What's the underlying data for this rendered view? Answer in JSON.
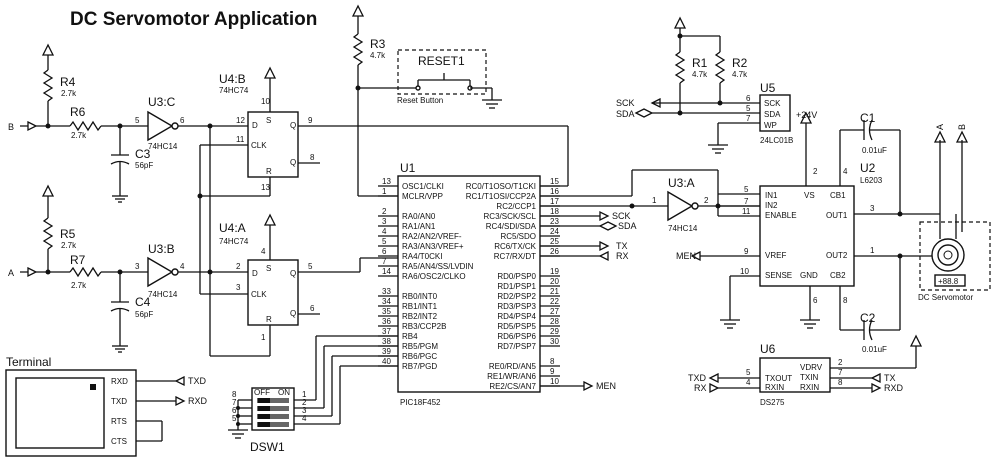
{
  "title": "DC Servomotor Application",
  "components": {
    "R1": {
      "ref": "R1",
      "value": "4.7k"
    },
    "R2": {
      "ref": "R2",
      "value": "4.7k"
    },
    "R3": {
      "ref": "R3",
      "value": "4.7k"
    },
    "R4": {
      "ref": "R4",
      "value": "2.7k"
    },
    "R5": {
      "ref": "R5",
      "value": "2.7k"
    },
    "R6": {
      "ref": "R6",
      "value": "2.7k"
    },
    "R7": {
      "ref": "R7",
      "value": "2.7k"
    },
    "C1": {
      "ref": "C1",
      "value": "0.01uF"
    },
    "C2": {
      "ref": "C2",
      "value": "0.01uF"
    },
    "C3": {
      "ref": "C3",
      "value": "56pF"
    },
    "C4": {
      "ref": "C4",
      "value": "56pF"
    },
    "U3C": {
      "ref": "U3:C",
      "part": "74HC14"
    },
    "U3B": {
      "ref": "U3:B",
      "part": "74HC14"
    },
    "U3A": {
      "ref": "U3:A",
      "part": "74HC14"
    },
    "U4B": {
      "ref": "U4:B",
      "part": "74HC74"
    },
    "U4A": {
      "ref": "U4:A",
      "part": "74HC74"
    },
    "U1": {
      "ref": "U1",
      "part": "PIC18F452"
    },
    "U2": {
      "ref": "U2",
      "part": "L6203"
    },
    "U5": {
      "ref": "U5",
      "part": "24LC01B"
    },
    "U6": {
      "ref": "U6",
      "part": "DS275"
    },
    "DSW1": {
      "ref": "DSW1",
      "off": "OFF",
      "on": "ON"
    },
    "reset": {
      "ref": "RESET1",
      "label": "Reset Button"
    },
    "motor": {
      "label": "DC Servomotor",
      "display": "+88.8"
    },
    "terminal": {
      "label": "Terminal"
    }
  },
  "net_labels": {
    "B": "B",
    "A": "A",
    "sck": "SCK",
    "sda": "SDA",
    "tx": "TX",
    "rx": "RX",
    "txd": "TXD",
    "rxd": "RXD",
    "men": "MEN",
    "v24": "+24V"
  },
  "pins": {
    "u1_left_names": [
      "OSC1/CLKI",
      "MCLR/VPP",
      "RA0/AN0",
      "RA1/AN1",
      "RA2/AN2/VREF-",
      "RA3/AN3/VREF+",
      "RA4/T0CKI",
      "RA5/AN4/SS/LVDIN",
      "RA6/OSC2/CLKO",
      "RB0/INT0",
      "RB1/INT1",
      "RB2/INT2",
      "RB3/CCP2B",
      "RB4",
      "RB5/PGM",
      "RB6/PGC",
      "RB7/PGD"
    ],
    "u1_left_nums": [
      "13",
      "1",
      "2",
      "3",
      "4",
      "5",
      "6",
      "7",
      "14",
      "33",
      "34",
      "35",
      "36",
      "37",
      "38",
      "39",
      "40"
    ],
    "u1_right_names": [
      "RC0/T1OSO/T1CKI",
      "RC1/T1OSI/CCP2A",
      "RC2/CCP1",
      "RC3/SCK/SCL",
      "RC4/SDI/SDA",
      "RC5/SDO",
      "RC6/TX/CK",
      "RC7/RX/DT",
      "RD0/PSP0",
      "RD1/PSP1",
      "RD2/PSP2",
      "RD3/PSP3",
      "RD4/PSP4",
      "RD5/PSP5",
      "RD6/PSP6",
      "RD7/PSP7",
      "RE0/RD/AN5",
      "RE1/WR/AN6",
      "RE2/CS/AN7"
    ],
    "u1_right_nums": [
      "15",
      "16",
      "17",
      "18",
      "23",
      "24",
      "25",
      "26",
      "19",
      "20",
      "21",
      "22",
      "27",
      "28",
      "29",
      "30",
      "8",
      "9",
      "10"
    ],
    "u2_left": [
      "IN1",
      "IN2",
      "ENABLE",
      "VREF",
      "SENSE"
    ],
    "u2_right": [
      "CB1",
      "OUT1",
      "OUT2",
      "CB2"
    ],
    "u2_top": "VS",
    "u2_bottom": "GND",
    "u5": [
      "SCK",
      "SDA",
      "WP"
    ],
    "u6_left": [
      "TXOUT",
      "RXIN"
    ],
    "u6_right": [
      "VDRV",
      "TXIN",
      "RXIN"
    ],
    "term": [
      "RXD",
      "TXD",
      "RTS",
      "CTS"
    ],
    "ff": {
      "d": "D",
      "s": "S",
      "q": "Q",
      "clk": "CLK",
      "qn": "Q",
      "r": "R"
    },
    "nums": {
      "u3c_in": "5",
      "u3c_out": "6",
      "u4b_d": "12",
      "u4b_clk": "11",
      "u4b_s": "10",
      "u4b_r": "13",
      "u4b_q": "9",
      "u4b_qn": "8",
      "u3b_in": "3",
      "u3b_out": "4",
      "u4a_d": "2",
      "u4a_clk": "3",
      "u4a_s": "4",
      "u4a_r": "1",
      "u4a_q": "5",
      "u4a_qn": "6",
      "u3a_in": "1",
      "u3a_out": "2",
      "u2_in1": "5",
      "u2_in2": "7",
      "u2_en": "11",
      "u2_vref": "9",
      "u2_sense": "10",
      "u2_vs": "2",
      "u2_gnd": "6",
      "u2_cb1": "4",
      "u2_out1": "3",
      "u2_out2": "1",
      "u2_cb2": "8",
      "u5_sck": "6",
      "u5_sda": "5",
      "u5_wp": "7",
      "u6_vdrv": "2",
      "u6_txin": "7",
      "u6_rxin": "8",
      "u6_txout": "5",
      "u6_rxin_l": "4",
      "dsw_l": [
        "8",
        "7",
        "6",
        "5"
      ],
      "dsw_r": [
        "1",
        "2",
        "3",
        "4"
      ]
    }
  }
}
